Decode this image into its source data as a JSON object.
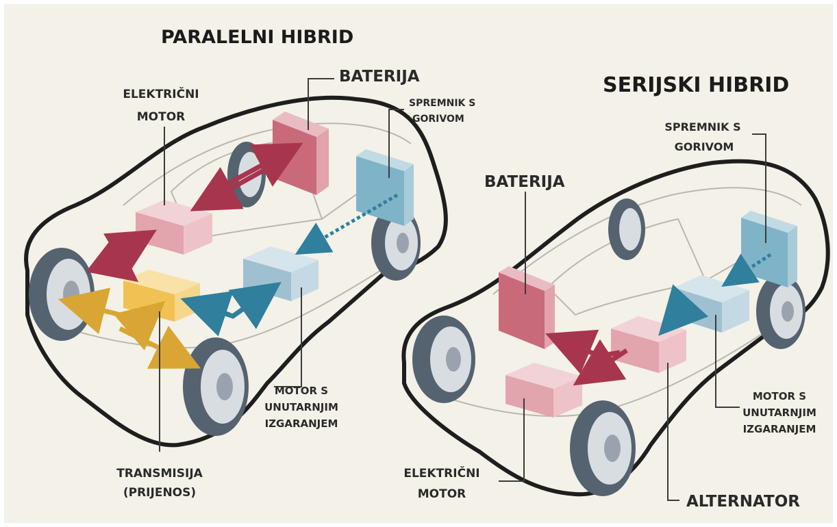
{
  "parallel": {
    "title": "PARALELNI HIBRID",
    "labels": {
      "electric_motor": [
        "ELEKTRIČNI",
        "MOTOR"
      ],
      "battery": "BATERIJA",
      "fuel_tank": [
        "SPREMNIK S",
        "GORIVOM"
      ],
      "engine": [
        "MOTOR S",
        "UNUTARNJIM",
        "IZGARANJEM"
      ],
      "transmission": [
        "TRANSMISIJA",
        "(PRIJENOS)"
      ]
    }
  },
  "series": {
    "title": "SERIJSKI HIBRID",
    "labels": {
      "battery": "BATERIJA",
      "fuel_tank": [
        "SPREMNIK S",
        "GORIVOM"
      ],
      "engine": [
        "MOTOR S",
        "UNUTARNJIM",
        "IZGARANJEM"
      ],
      "electric_motor": [
        "ELEKTRIČNI",
        "MOTOR"
      ],
      "alternator": "ALTERNATOR"
    }
  },
  "colors": {
    "battery": "#c96a7a",
    "electric_motor": "#e7b7bd",
    "engine": "#a9c6d4",
    "fuel_tank": "#7fb3c8",
    "transmission": "#f0c76a",
    "arrow_electric": "#a8354e",
    "arrow_fuel": "#2f7f9d",
    "arrow_mech": "#d9a534"
  }
}
